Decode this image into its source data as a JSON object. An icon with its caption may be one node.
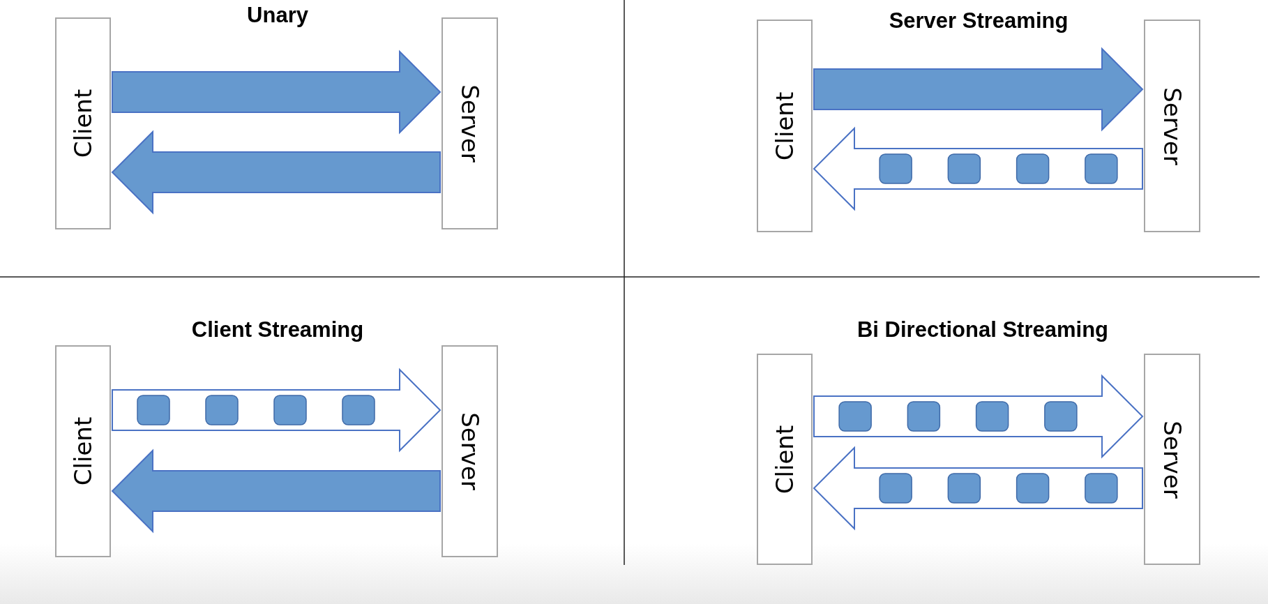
{
  "diagram": {
    "nodes": [
      {
        "text": [
          "Client"
        ]
      },
      {
        "text": [
          "Server"
        ]
      },
      {
        "text": [
          "Client"
        ]
      },
      {
        "text": [
          "Server"
        ]
      },
      {
        "text": [
          "Client"
        ]
      },
      {
        "text": [
          "Server"
        ]
      },
      {
        "text": [
          "Client"
        ]
      },
      {
        "text": [
          "Server"
        ]
      }
    ],
    "edges": [
      {
        "from": 0,
        "to": 1,
        "arrow": "to"
      },
      {
        "from": 1,
        "to": 0,
        "arrow": "to"
      },
      {
        "from": 2,
        "to": 3,
        "arrow": "to"
      },
      {
        "from": 3,
        "to": 2,
        "arrow": "to"
      },
      {
        "from": 4,
        "to": 5,
        "arrow": "to"
      },
      {
        "from": 5,
        "to": 4,
        "arrow": "to"
      },
      {
        "from": 6,
        "to": 7,
        "arrow": "to"
      },
      {
        "from": 7,
        "to": 6,
        "arrow": "to"
      }
    ],
    "labels": [
      "Unary",
      "Server Streaming",
      "Client Streaming",
      "Bi Directional Streaming"
    ]
  }
}
